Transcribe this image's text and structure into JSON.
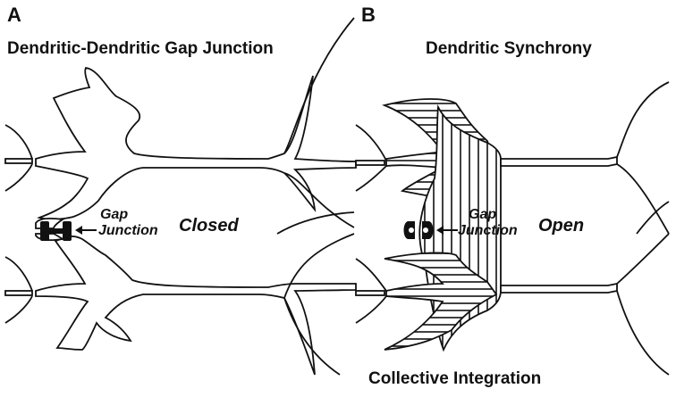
{
  "panels": [
    {
      "letter": "A",
      "title": "Dendritic-Dendritic Gap Junction",
      "gap_label_line1": "Gap",
      "gap_label_line2": "Junction",
      "state": "Closed"
    },
    {
      "letter": "B",
      "title": "Dendritic Synchrony",
      "gap_label_line1": "Gap",
      "gap_label_line2": "Junction",
      "state": "Open",
      "footer": "Collective Integration"
    }
  ]
}
